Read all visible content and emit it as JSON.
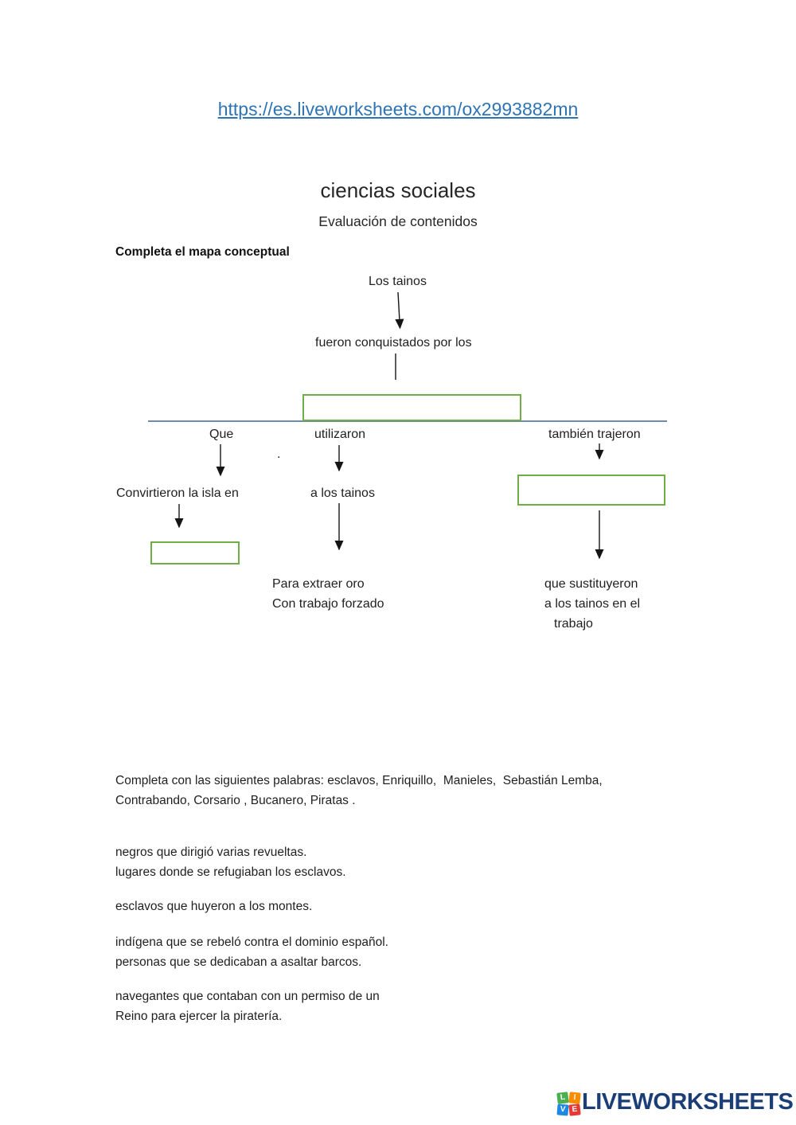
{
  "page": {
    "link": "https://es.liveworksheets.com/ox2993882mn",
    "title": "ciencias sociales",
    "subtitle": "Evaluación de contenidos",
    "instruction": "Completa el mapa conceptual"
  },
  "concept_map": {
    "root_label": "Los tainos",
    "connector_label": "fueron conquistados por los",
    "branch_left_label": "Que",
    "branch_middle_label": "utilizaron",
    "branch_right_label": "también trajeron",
    "stray_dot": ".",
    "left_node_label": "Convirtieron la isla en",
    "middle_node_label": "a los tainos",
    "middle_leaf_line1": "Para extraer oro",
    "middle_leaf_line2": "Con trabajo forzado",
    "right_leaf_line1": "que sustituyeron",
    "right_leaf_line2": "a los tainos en el",
    "right_leaf_line3": "trabajo",
    "answer_box_center_value": "",
    "answer_box_right_value": "",
    "answer_box_left_value": ""
  },
  "word_bank": {
    "intro_line1": "Completa con las siguientes palabras: esclavos, Enriquillo,  Manieles,  Sebastián Lemba,",
    "intro_line2": "Contrabando, Corsario , Bucanero, Piratas ."
  },
  "clues": [
    [
      "negros que dirigió varias revueltas.",
      "lugares donde se refugiaban los esclavos."
    ],
    [
      "esclavos que huyeron a los montes."
    ],
    [
      "indígena que se rebeló contra el dominio español.",
      "personas que se dedicaban a asaltar barcos."
    ],
    [
      "navegantes que contaban con un permiso de un",
      "Reino para ejercer la piratería."
    ]
  ],
  "footer": {
    "brand": "LIVEWORKSHEETS",
    "tiles": [
      {
        "letter": "L",
        "color": "#4caf50"
      },
      {
        "letter": "I",
        "color": "#fb8c00"
      },
      {
        "letter": "V",
        "color": "#1e88e5"
      },
      {
        "letter": "E",
        "color": "#e53935"
      }
    ]
  },
  "colors": {
    "link_blue": "#2e74b5",
    "answer_box_green": "#70ad47",
    "divider_blue_gray": "#6f8ba5",
    "brand_navy": "#1c3e77",
    "arrow_black": "#151515"
  }
}
